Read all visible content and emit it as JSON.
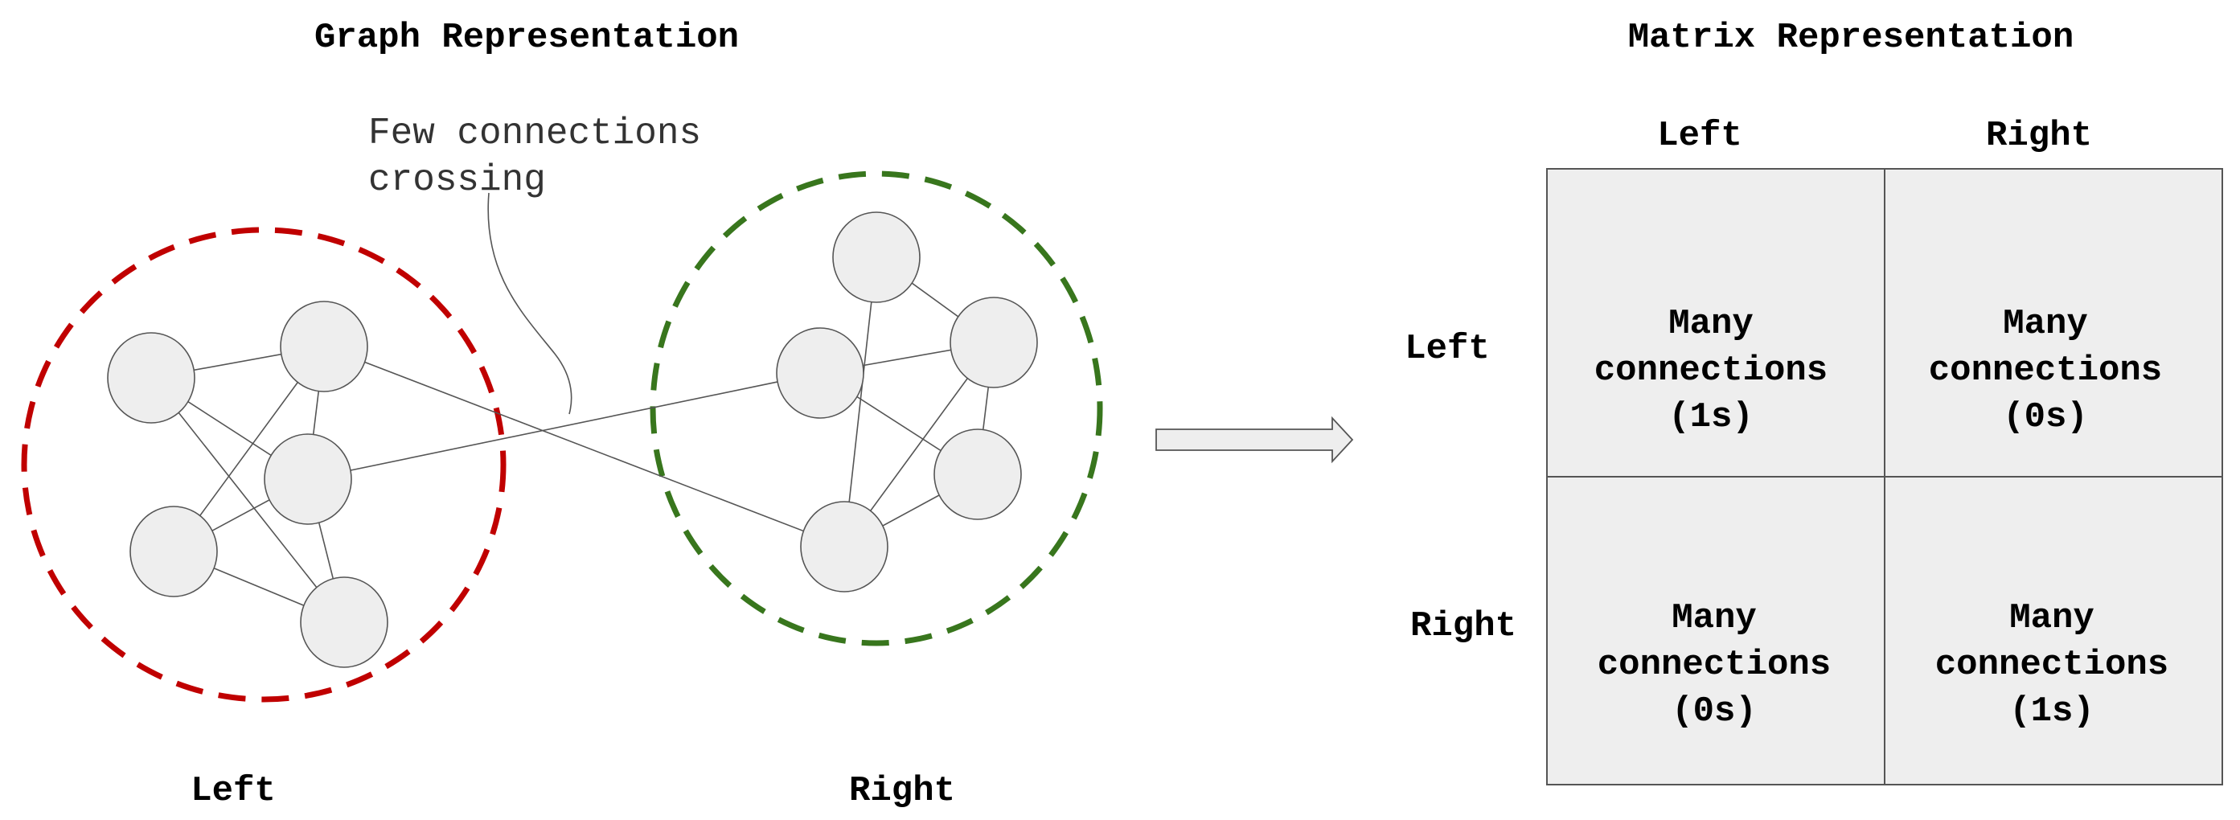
{
  "graph": {
    "title": "Graph Representation",
    "annotation": [
      "Few connections",
      "crossing"
    ],
    "left_label": "Left",
    "right_label": "Right",
    "left_color": "#c00000",
    "right_color": "#38761d"
  },
  "matrix": {
    "title": "Matrix Representation",
    "col_headers": [
      "Left",
      "Right"
    ],
    "row_headers": [
      "Left",
      "Right"
    ],
    "cells": [
      [
        {
          "line1": "Many",
          "line2": "connections",
          "line3": "(1s)"
        },
        {
          "line1": "Many",
          "line2": "connections",
          "line3": "(0s)"
        }
      ],
      [
        {
          "line1": "Many",
          "line2": "connections",
          "line3": "(0s)"
        },
        {
          "line1": "Many",
          "line2": "connections",
          "line3": "(1s)"
        }
      ]
    ]
  }
}
